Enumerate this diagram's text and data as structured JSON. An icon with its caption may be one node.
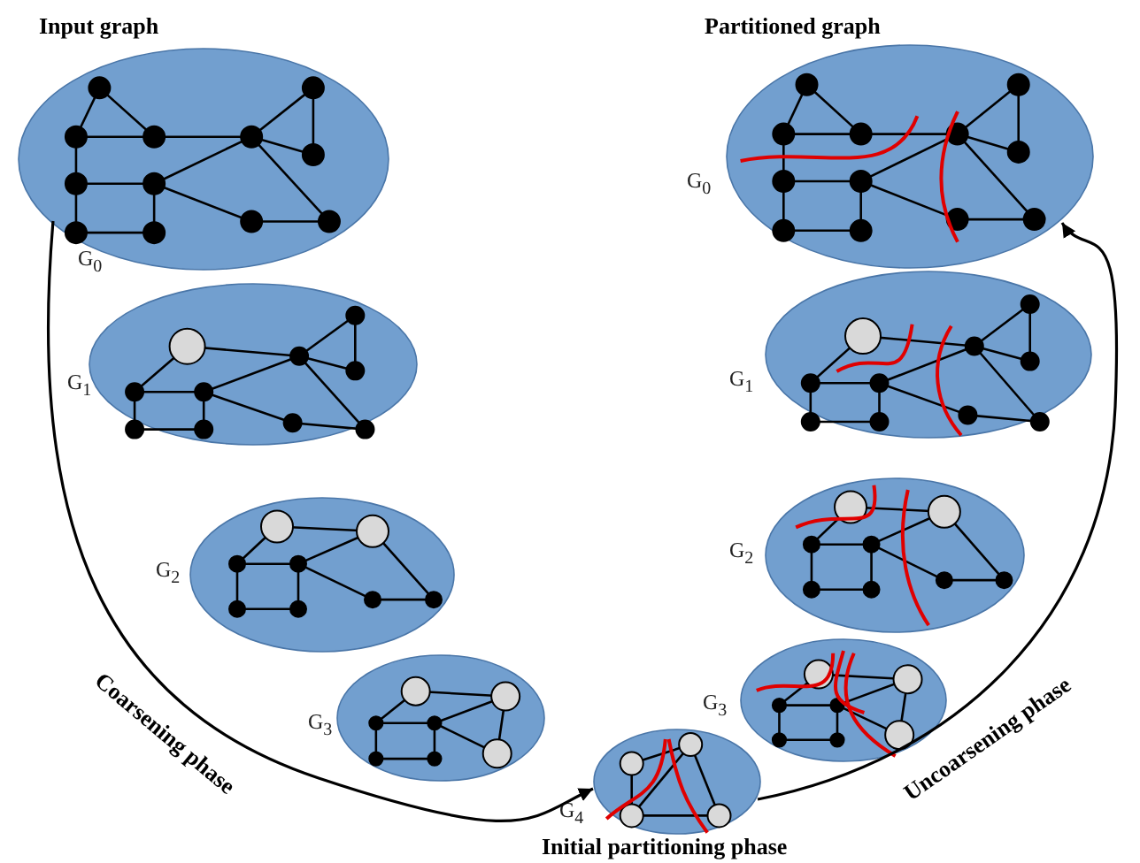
{
  "diagram": {
    "nodes": [
      {
        "text": [],
        "shape": "ellipse",
        "beside": [
          "Input graph",
          "G$_{0}$"
        ]
      },
      {
        "text": [],
        "shape": "ellipse",
        "beside": [
          "G$_{1}$"
        ]
      },
      {
        "text": [],
        "shape": "ellipse",
        "beside": [
          "G$_{2}$"
        ]
      },
      {
        "text": [],
        "shape": "ellipse",
        "beside": [
          "G$_{3}$"
        ]
      },
      {
        "text": [],
        "shape": "ellipse",
        "beside": [
          "G$_{4}$",
          "Initial partitioning phase"
        ]
      },
      {
        "text": [],
        "shape": "ellipse",
        "beside": [
          "Partitioned graph",
          "G$_{0}$"
        ]
      },
      {
        "text": [],
        "shape": "ellipse",
        "beside": [
          "G$_{1}$"
        ]
      },
      {
        "text": [],
        "shape": "ellipse",
        "beside": [
          "G$_{2}$"
        ]
      },
      {
        "text": [],
        "shape": "ellipse",
        "beside": [
          "G$_{3}$"
        ]
      }
    ],
    "edges": [
      {
        "from": 0,
        "to": 4,
        "arrow": "to",
        "label": "Coarsening phase"
      },
      {
        "from": 4,
        "to": 5,
        "arrow": "to",
        "label": "Uncoarsening phase"
      }
    ]
  }
}
